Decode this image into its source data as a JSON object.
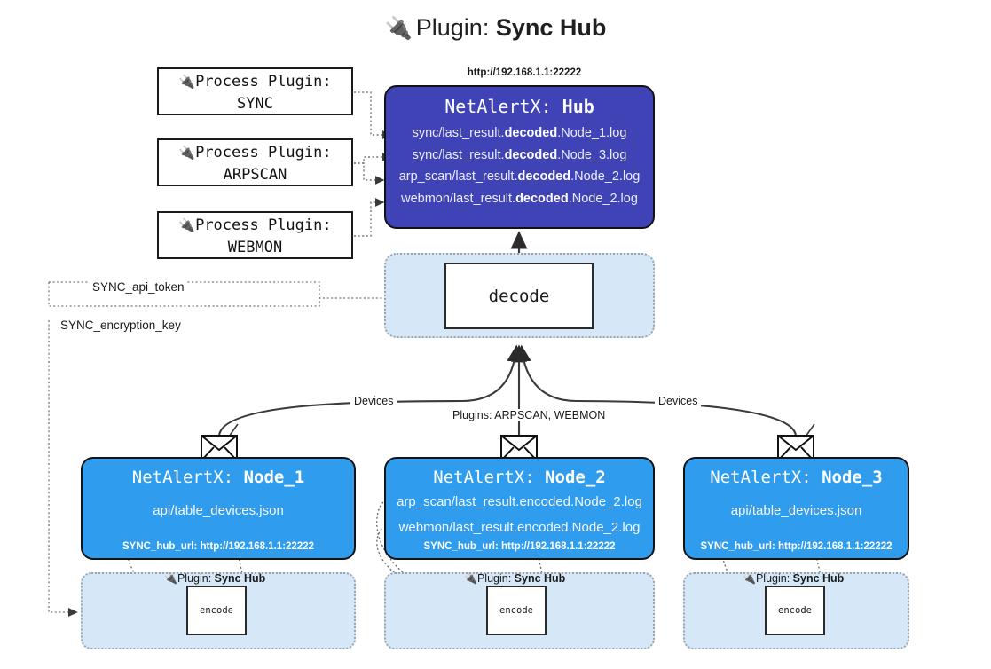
{
  "title": {
    "icon": "plug-icon",
    "prefix": "Plugin: ",
    "name": "Sync Hub"
  },
  "process_plugins": [
    {
      "icon": "plug-icon",
      "line1": "Process Plugin:",
      "line2": "SYNC"
    },
    {
      "icon": "plug-icon",
      "line1": "Process Plugin:",
      "line2": "ARPSCAN"
    },
    {
      "icon": "plug-icon",
      "line1": "Process Plugin:",
      "line2": "WEBMON"
    }
  ],
  "hub": {
    "url": "http://192.168.1.1:22222",
    "title_prefix": "NetAlertX: ",
    "title_name": "Hub",
    "logs": [
      {
        "pre": "sync/last_result.",
        "bold": "decoded",
        "post": ".Node_1.log"
      },
      {
        "pre": "sync/last_result.",
        "bold": "decoded",
        "post": ".Node_3.log"
      },
      {
        "pre": "arp_scan/last_result.",
        "bold": "decoded",
        "post": ".Node_2.log"
      },
      {
        "pre": "webmon/last_result.",
        "bold": "decoded",
        "post": ".Node_2.log"
      }
    ]
  },
  "decode": {
    "label": "decode"
  },
  "tokens": {
    "api_token": "SYNC_api_token",
    "encryption_key": "SYNC_encryption_key"
  },
  "edge_labels": {
    "devices_left": "Devices",
    "devices_right": "Devices",
    "plugins_center": "Plugins: ARPSCAN, WEBMON"
  },
  "nodes": [
    {
      "title_prefix": "NetAlertX: ",
      "title_name": "Node_1",
      "lines": [
        "api/table_devices.json"
      ],
      "hub_url_label": "SYNC_hub_url: http://192.168.1.1:22222",
      "envelope_icon": "envelope-icon"
    },
    {
      "title_prefix": "NetAlertX: ",
      "title_name": "Node_2",
      "lines": [
        "arp_scan/last_result.encoded.Node_2.log",
        "webmon/last_result.encoded.Node_2.log"
      ],
      "hub_url_label": "SYNC_hub_url: http://192.168.1.1:22222",
      "envelope_icon": "envelope-icon"
    },
    {
      "title_prefix": "NetAlertX: ",
      "title_name": "Node_3",
      "lines": [
        "api/table_devices.json"
      ],
      "hub_url_label": "SYNC_hub_url: http://192.168.1.1:22222",
      "envelope_icon": "envelope-icon"
    }
  ],
  "plugin_panels": [
    {
      "icon": "plug-icon",
      "label_prefix": "Plugin: ",
      "label_name": "Sync Hub",
      "encode_label": "encode"
    },
    {
      "icon": "plug-icon",
      "label_prefix": "Plugin: ",
      "label_name": "Sync Hub",
      "encode_label": "encode"
    },
    {
      "icon": "plug-icon",
      "label_prefix": "Plugin: ",
      "label_name": "Sync Hub",
      "encode_label": "encode"
    }
  ],
  "colors": {
    "hub": "#3f43b5",
    "node": "#2f9ced",
    "panel": "#d6e8f7",
    "stroke": "#121212",
    "dotted": "#9aa3ad"
  }
}
